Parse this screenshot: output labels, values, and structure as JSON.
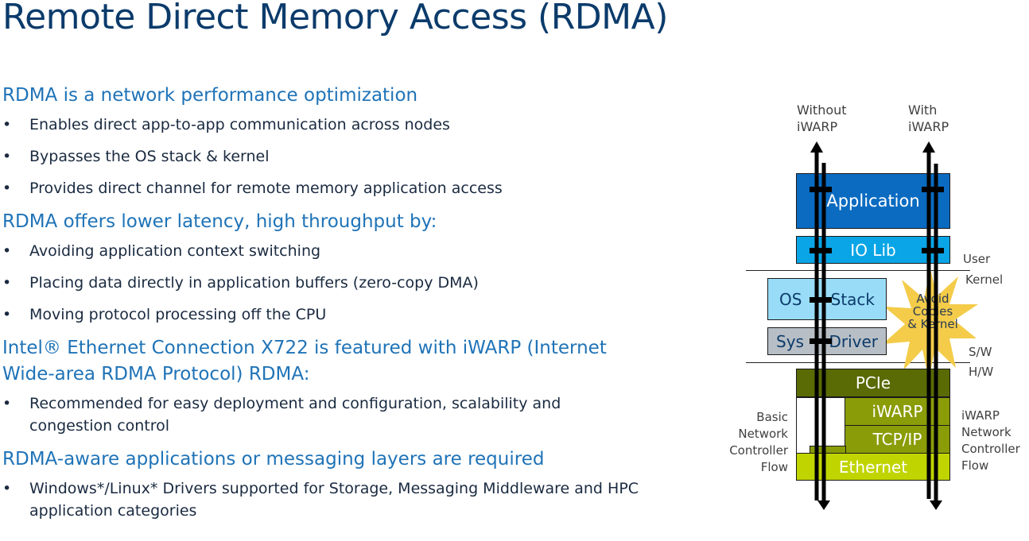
{
  "title": "Remote Direct Memory Access (RDMA)",
  "sections": [
    {
      "heading": "RDMA is a network performance optimization",
      "bullets": [
        "Enables direct app-to-app communication across nodes",
        "Bypasses the OS stack & kernel",
        "Provides direct channel for remote memory application access"
      ]
    },
    {
      "heading": "RDMA offers lower latency, high throughput by:",
      "bullets": [
        "Avoiding application context switching",
        "Placing data directly in application buffers (zero-copy DMA)",
        "Moving protocol processing off the CPU"
      ]
    },
    {
      "heading": "Intel® Ethernet Connection X722 is featured with iWARP (Internet Wide-area RDMA Protocol) RDMA:",
      "bullets": [
        "Recommended for easy deployment and configuration, scalability and congestion control"
      ]
    },
    {
      "heading": "RDMA-aware applications or messaging layers are required",
      "bullets": [
        "Windows*/Linux* Drivers supported for Storage, Messaging Middleware and HPC application categories"
      ]
    }
  ],
  "bullet_glyph": "•",
  "diagram": {
    "without_label": [
      "Without",
      "iWARP"
    ],
    "with_label": [
      "With",
      "iWARP"
    ],
    "layers": {
      "application": "Application",
      "io_lib": "IO Lib",
      "os": "OS",
      "stack": "Stack",
      "sys": "Sys",
      "driver": "Driver",
      "pcie": "PCIe",
      "iwarp": "iWARP",
      "tcpip": "TCP/IP",
      "ethernet": "Ethernet"
    },
    "starburst": [
      "Avoid",
      "Copies",
      "& Kernel"
    ],
    "side_labels": {
      "user": "User",
      "kernel": "Kernel",
      "sw": "S/W",
      "hw": "H/W"
    },
    "left_flow": [
      "Basic",
      "Network",
      "Controller",
      "Flow"
    ],
    "right_flow": [
      "iWARP",
      "Network",
      "Controller",
      "Flow"
    ],
    "colors": {
      "application": "#0a6bc1",
      "io_lib": "#0aa5e6",
      "os_stack": "#99dcf7",
      "sys_driver": "#b8bec5",
      "pcie": "#5a6a04",
      "iwarp": "#8a9c08",
      "tcpip": "#8a9c08",
      "ethernet": "#c0d400",
      "starburst": "#f4cc4a"
    }
  }
}
